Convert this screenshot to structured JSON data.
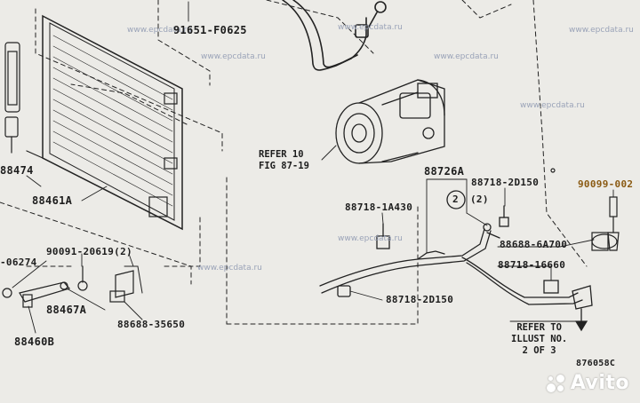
{
  "watermark": "www.epcdata.ru",
  "parts": {
    "p91651": "91651-F0625",
    "p88474": "88474",
    "p88461": "88461A",
    "p06274": "-06274",
    "p90091": "90091-20619(2)",
    "p88467": "88467A",
    "p88460": "88460B",
    "p88688_35650": "88688-35650",
    "p88726": "88726A",
    "p88718_2d150_top": "88718-2D150",
    "p90099": "90099-002",
    "p88718_1a430": "88718-1A430",
    "callout_qty": "(2)",
    "callout_num": "2",
    "p88688_6a700": "88688-6A700",
    "p88718_16660": "88718-16660",
    "p88718_2d150_bottom": "88718-2D150",
    "diagram_code": "876058C"
  },
  "notes": {
    "refer_fig_line1": "REFER 10",
    "refer_fig_line2": "FIG 87-19",
    "refer_illust_line1": "REFER TO",
    "refer_illust_line2": "ILLUST NO.",
    "refer_illust_line3": "2 OF 3"
  },
  "brand": {
    "name": "Avito"
  },
  "colors": {
    "background": "#ecebe7",
    "ink": "#1d1d1d",
    "watermark": "#9aa3b8"
  }
}
